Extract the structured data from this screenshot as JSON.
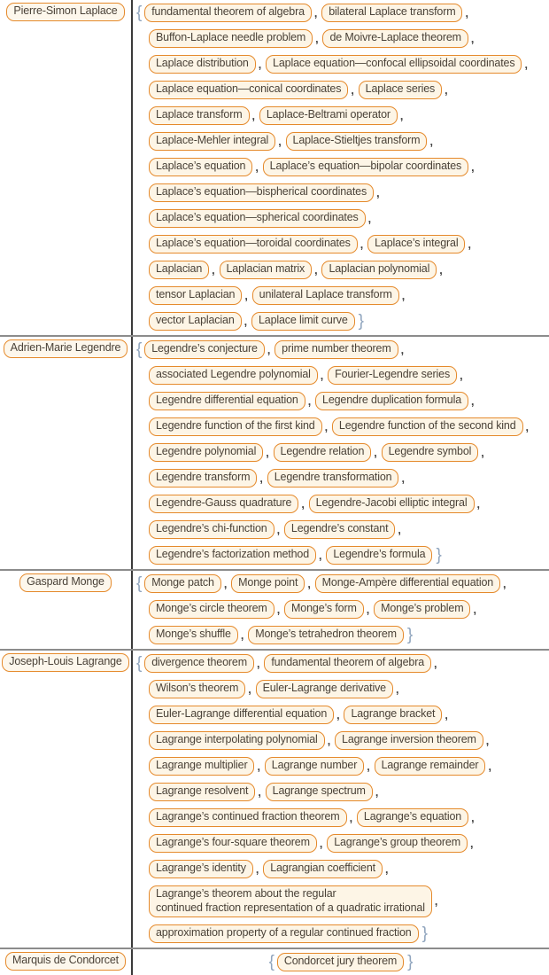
{
  "symbols": {
    "open_brace": "{",
    "close_brace": "}",
    "separator": ","
  },
  "colors": {
    "badge_border": "#e58a2c",
    "badge_background": "#fdf5e6",
    "badge_text": "#4a4238",
    "brace": "#90a5be",
    "row_divider": "#8c8c8c",
    "column_divider": "#3b3b3b"
  },
  "table": {
    "rows": [
      {
        "person": "Pierre-Simon Laplace",
        "centered": false,
        "lines": [
          [
            "fundamental theorem of algebra",
            "bilateral Laplace transform"
          ],
          [
            "Buffon-Laplace needle problem",
            "de Moivre-Laplace theorem"
          ],
          [
            "Laplace distribution",
            "Laplace equation—confocal ellipsoidal coordinates"
          ],
          [
            "Laplace equation—conical coordinates",
            "Laplace series"
          ],
          [
            "Laplace transform",
            "Laplace-Beltrami operator"
          ],
          [
            "Laplace-Mehler integral",
            "Laplace-Stieltjes transform"
          ],
          [
            "Laplace’s equation",
            "Laplace’s equation—bipolar coordinates"
          ],
          [
            "Laplace’s equation—bispherical coordinates"
          ],
          [
            "Laplace’s equation—spherical coordinates"
          ],
          [
            "Laplace’s equation—toroidal coordinates",
            "Laplace’s integral"
          ],
          [
            "Laplacian",
            "Laplacian matrix",
            "Laplacian polynomial"
          ],
          [
            "tensor Laplacian",
            "unilateral Laplace transform"
          ],
          [
            "vector Laplacian",
            "Laplace limit curve"
          ]
        ]
      },
      {
        "person": "Adrien-Marie Legendre",
        "centered": false,
        "lines": [
          [
            "Legendre’s conjecture",
            "prime number theorem"
          ],
          [
            "associated Legendre polynomial",
            "Fourier-Legendre series"
          ],
          [
            "Legendre differential equation",
            "Legendre duplication formula"
          ],
          [
            "Legendre function of the first kind",
            "Legendre function of the second kind"
          ],
          [
            "Legendre polynomial",
            "Legendre relation",
            "Legendre symbol"
          ],
          [
            "Legendre transform",
            "Legendre transformation"
          ],
          [
            "Legendre-Gauss quadrature",
            "Legendre-Jacobi elliptic integral"
          ],
          [
            "Legendre’s chi-function",
            "Legendre’s constant"
          ],
          [
            "Legendre’s factorization method",
            "Legendre’s formula"
          ]
        ]
      },
      {
        "person": "Gaspard Monge",
        "centered": false,
        "lines": [
          [
            "Monge patch",
            "Monge point",
            "Monge-Ampère differential equation"
          ],
          [
            "Monge’s circle theorem",
            "Monge’s form",
            "Monge’s problem"
          ],
          [
            "Monge’s shuffle",
            "Monge’s tetrahedron theorem"
          ]
        ]
      },
      {
        "person": "Joseph-Louis Lagrange",
        "centered": false,
        "lines": [
          [
            "divergence theorem",
            "fundamental theorem of algebra"
          ],
          [
            "Wilson’s theorem",
            "Euler-Lagrange derivative"
          ],
          [
            "Euler-Lagrange differential equation",
            "Lagrange bracket"
          ],
          [
            "Lagrange interpolating polynomial",
            "Lagrange inversion theorem"
          ],
          [
            "Lagrange multiplier",
            "Lagrange number",
            "Lagrange remainder"
          ],
          [
            "Lagrange resolvent",
            "Lagrange spectrum"
          ],
          [
            "Lagrange’s continued fraction theorem",
            "Lagrange’s equation"
          ],
          [
            "Lagrange’s four-square theorem",
            "Lagrange’s group theorem"
          ],
          [
            "Lagrange’s identity",
            "Lagrangian coefficient"
          ],
          [
            "Lagrange’s theorem about the regular\ncontinued fraction representation of a quadratic irrational"
          ],
          [
            "approximation property of a regular continued fraction"
          ]
        ]
      },
      {
        "person": "Marquis de Condorcet",
        "centered": true,
        "lines": [
          [
            "Condorcet jury theorem"
          ]
        ]
      }
    ]
  }
}
